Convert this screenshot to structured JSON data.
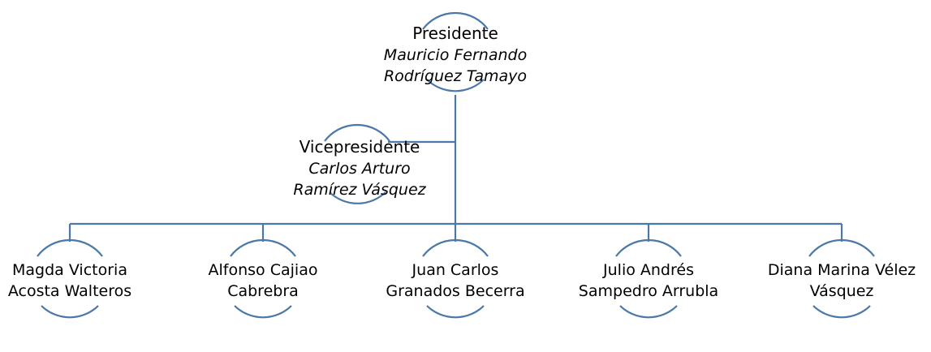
{
  "president": {
    "title": "Presidente",
    "name_line1": "Mauricio Fernando",
    "name_line2": "Rodríguez Tamayo"
  },
  "vice_president": {
    "title": "Vicepresidente",
    "name_line1": "Carlos Arturo",
    "name_line2": "Ramírez Vásquez"
  },
  "members": [
    {
      "line1": "Magda Victoria",
      "line2": "Acosta Walteros"
    },
    {
      "line1": "Alfonso Cajiao",
      "line2": "Cabrebra"
    },
    {
      "line1": "Juan Carlos",
      "line2": "Granados Becerra"
    },
    {
      "line1": "Julio Andrés",
      "line2": "Sampedro Arrubla"
    },
    {
      "line1": "Diana Marina Vélez",
      "line2": "Vásquez"
    }
  ],
  "colors": {
    "connector": "#4a78a8",
    "text": "#000000",
    "background": "#ffffff"
  }
}
